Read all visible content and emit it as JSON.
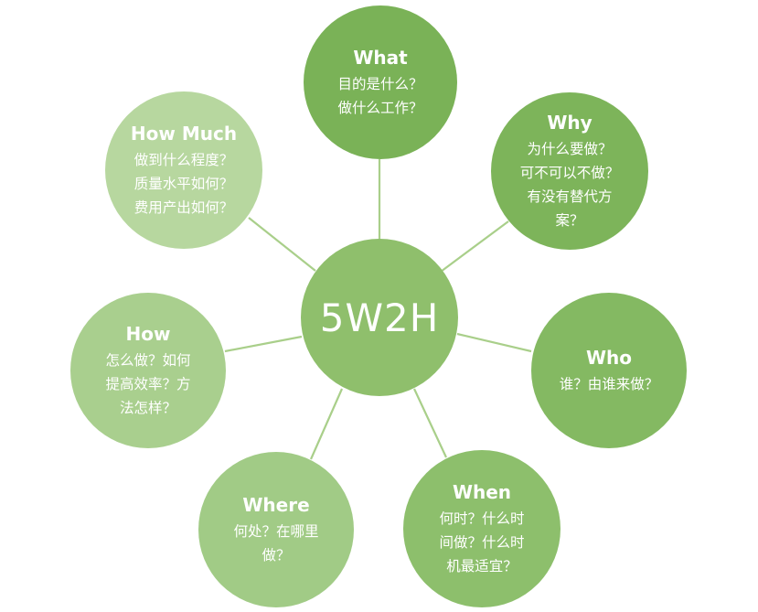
{
  "diagram": {
    "center": {
      "label": "5W2H",
      "color": "#8fbf6c"
    },
    "nodes": [
      {
        "key": "what",
        "title": "What",
        "lines": [
          "目的是什么？",
          "做什么工作？"
        ],
        "color": "#7ab257"
      },
      {
        "key": "why",
        "title": "Why",
        "lines": [
          "为什么要做？",
          "可不可以不做？",
          "有没有替代方",
          "案？"
        ],
        "color": "#7db45a"
      },
      {
        "key": "who",
        "title": "Who",
        "lines": [
          "谁？由谁来做？"
        ],
        "color": "#84b962"
      },
      {
        "key": "when",
        "title": "When",
        "lines": [
          "何时？什么时",
          "间做？什么时",
          "机最适宜？"
        ],
        "color": "#8dbf6c"
      },
      {
        "key": "where",
        "title": "Where",
        "lines": [
          "何处？在哪里",
          "做？"
        ],
        "color": "#a1cb86"
      },
      {
        "key": "how",
        "title": "How",
        "lines": [
          "怎么做？如何",
          "提高效率？方",
          "法怎样？"
        ],
        "color": "#a9cf8e"
      },
      {
        "key": "how-much",
        "title": "How Much",
        "lines": [
          "做到什么程度？",
          "质量水平如何？",
          "费用产出如何？"
        ],
        "color": "#b7d79f"
      }
    ]
  }
}
